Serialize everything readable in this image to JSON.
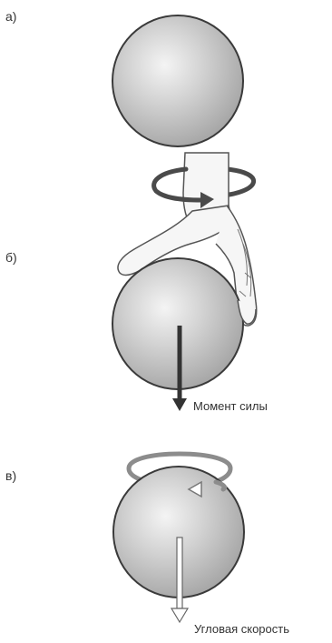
{
  "panels": [
    {
      "label": "а)"
    },
    {
      "label": "б)",
      "arrow_label": "Момент силы"
    },
    {
      "label": "в)",
      "arrow_label": "Угловая скорость"
    }
  ],
  "colors": {
    "sphere_light": "#eeeeee",
    "sphere_dark": "#a9a9a9",
    "outline": "#3a3a3a",
    "torque_arrow": "#333333",
    "rotation_arrow_dark": "#4a4a4a",
    "rotation_arrow_light": "#8c8c8c",
    "hand_fill": "#f6f6f6"
  },
  "icons": [
    "sphere",
    "hand",
    "rotation-arrow",
    "torque-arrow",
    "angular-velocity-arrow"
  ]
}
